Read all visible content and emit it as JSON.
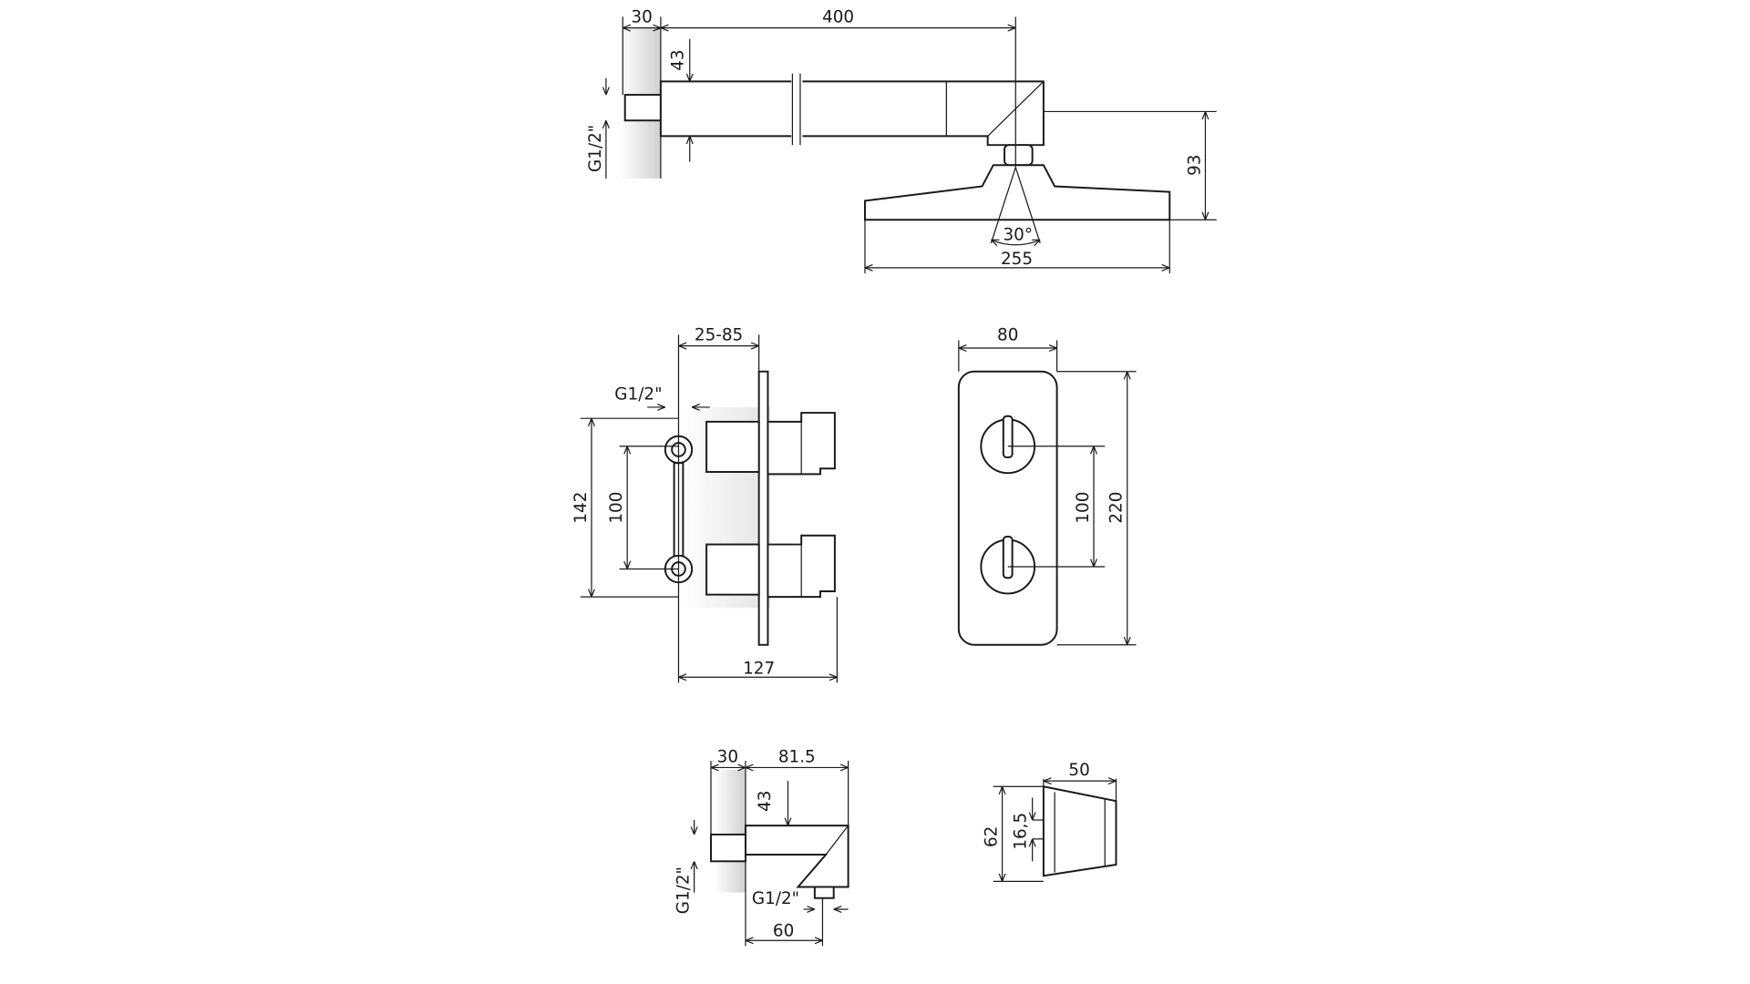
{
  "shower_arm_view": {
    "d_wall": "30",
    "d_length": "400",
    "d_height": "43",
    "d_thread": "G1/2\"",
    "d_head_height": "93",
    "d_angle": "30°",
    "d_head_width": "255"
  },
  "mixer_side_view": {
    "d_depth": "25-85",
    "d_thread": "G1/2\"",
    "d_outer": "142",
    "d_inner": "100",
    "d_total": "127"
  },
  "mixer_front_view": {
    "d_width": "80",
    "d_spacing": "100",
    "d_height": "220"
  },
  "wall_outlet_view": {
    "d_wall": "30",
    "d_length": "81.5",
    "d_height": "43",
    "d_thread": "G1/2\"",
    "d_outlet": "G1/2\"",
    "d_outlet_pos": "60"
  },
  "holder_view": {
    "d_width": "50",
    "d_height": "62",
    "d_holes": "16,5"
  }
}
